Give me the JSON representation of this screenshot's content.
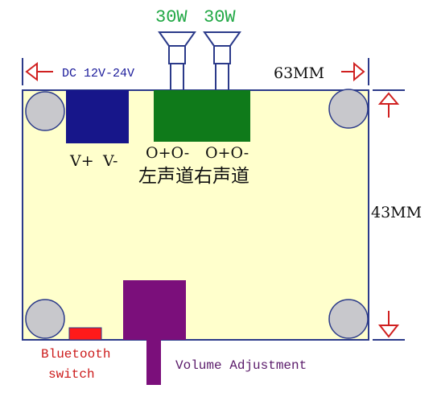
{
  "speakers": {
    "left_watt": "30W",
    "right_watt": "30W"
  },
  "power": {
    "label": "DC 12V-24V",
    "pos_label": "V+",
    "neg_label": "V-"
  },
  "dimensions": {
    "width": "63MM",
    "height": "43MM"
  },
  "outputs": {
    "left_terms": "O+O-",
    "right_terms": "O+O-",
    "channel_labels": "左声道右声道"
  },
  "bluetooth": {
    "line1": "Bluetooth",
    "line2": "switch"
  },
  "volume": {
    "label": "Volume Adjustment"
  },
  "colors": {
    "board": "#ffffcc",
    "board_border": "#2b3a8a",
    "dc_block": "#17168a",
    "speaker_block": "#0f7a1a",
    "volume_block": "#7b0f7b",
    "bluetooth_block": "#ff1a1a",
    "mount_hole": "#c8c8cc",
    "arrow": "#d02020",
    "watt_text": "#21a845",
    "dc_text": "#1a1a9a",
    "bt_text": "#cc1a1a",
    "vol_text": "#5a1a6a"
  }
}
